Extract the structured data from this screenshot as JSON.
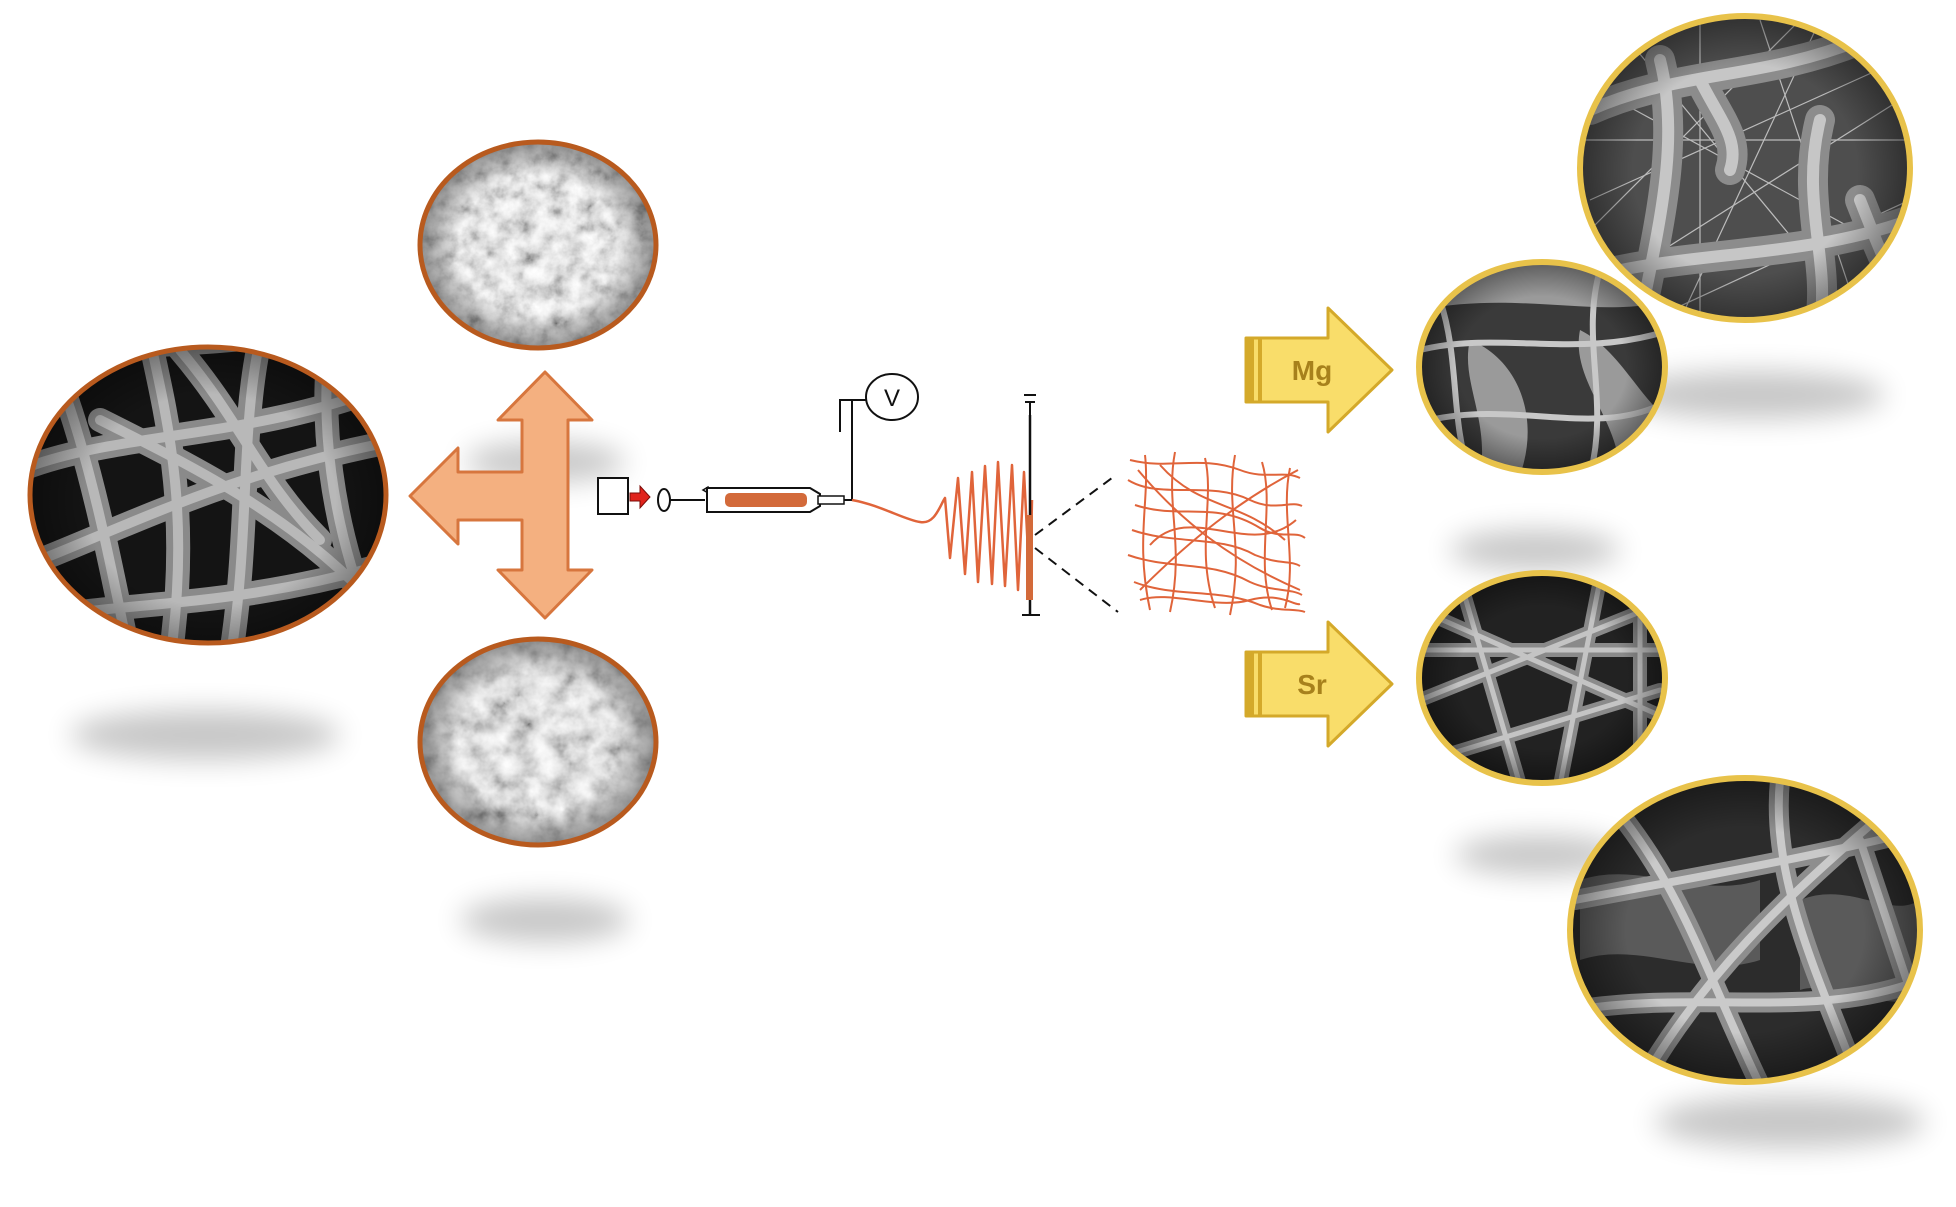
{
  "figure": {
    "voltage_label": "V",
    "dopant_mg_label": "Mg",
    "dopant_sr_label": "Sr"
  },
  "colors": {
    "copper_border": "#b85a1e",
    "gold_border": "#e8c24a",
    "orange_arrow_fill": "#f4b080",
    "orange_arrow_stroke": "#d7763e",
    "gold_arrow_fill": "#f9dd6a",
    "gold_arrow_stroke": "#d4a92a",
    "gold_label": "#a7811c",
    "fiber_orange": "#e0643a",
    "syringe_body": "#d36a3a",
    "red_plunger": "#e0231c",
    "sem_dark": "#141414",
    "sem_mid": "#7d7d7d",
    "sem_light": "#bdbdbd"
  },
  "icons": [
    "voltage-source-icon",
    "syringe-icon",
    "syringe-pump-icon",
    "collector-plate-icon",
    "fiber-mat-icon"
  ]
}
